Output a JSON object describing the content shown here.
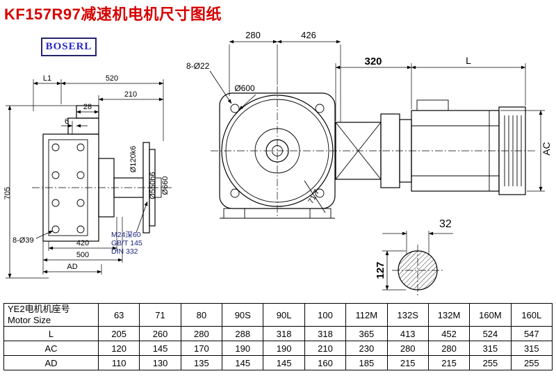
{
  "page": {
    "title": "KF157R97减速机电机尺寸图纸",
    "logo": "BOSERL"
  },
  "drawing": {
    "side_view": {
      "dim_L1": "L1",
      "dim_520": "520",
      "dim_210": "210",
      "dim_28": "28",
      "dim_6": "6",
      "dim_705": "705",
      "dim_8_d39": "8-Ø39",
      "dim_420": "420",
      "dim_500": "500",
      "dim_AD": "AD",
      "dim_d120": "Ø120k6",
      "dim_d550": "Ø550h6",
      "dim_d660": "Ø660",
      "note_m24": "M24深60",
      "note_gb": "GB/T 145",
      "note_din": "DIN 332"
    },
    "front_view": {
      "dim_280": "280",
      "dim_426": "426",
      "dim_8_d22": "8-Ø22",
      "dim_d600": "Ø600",
      "dim_71_7": "71.7"
    },
    "motor_view": {
      "dim_320": "320",
      "dim_L": "L",
      "dim_AC": "AC"
    },
    "shaft_view": {
      "dim_32": "32",
      "dim_127": "127"
    }
  },
  "table": {
    "header": {
      "line1": "YE2电机机座号",
      "line2": "Motor Size"
    },
    "sizes": [
      "63",
      "71",
      "80",
      "90S",
      "90L",
      "100",
      "112M",
      "132S",
      "132M",
      "160M",
      "160L"
    ],
    "rows": [
      {
        "label": "L",
        "values": [
          "205",
          "260",
          "280",
          "288",
          "318",
          "318",
          "365",
          "413",
          "452",
          "524",
          "547"
        ]
      },
      {
        "label": "AC",
        "values": [
          "120",
          "145",
          "170",
          "190",
          "190",
          "210",
          "230",
          "280",
          "280",
          "315",
          "315"
        ]
      },
      {
        "label": "AD",
        "values": [
          "110",
          "130",
          "135",
          "145",
          "145",
          "160",
          "185",
          "215",
          "215",
          "255",
          "255"
        ]
      }
    ]
  }
}
